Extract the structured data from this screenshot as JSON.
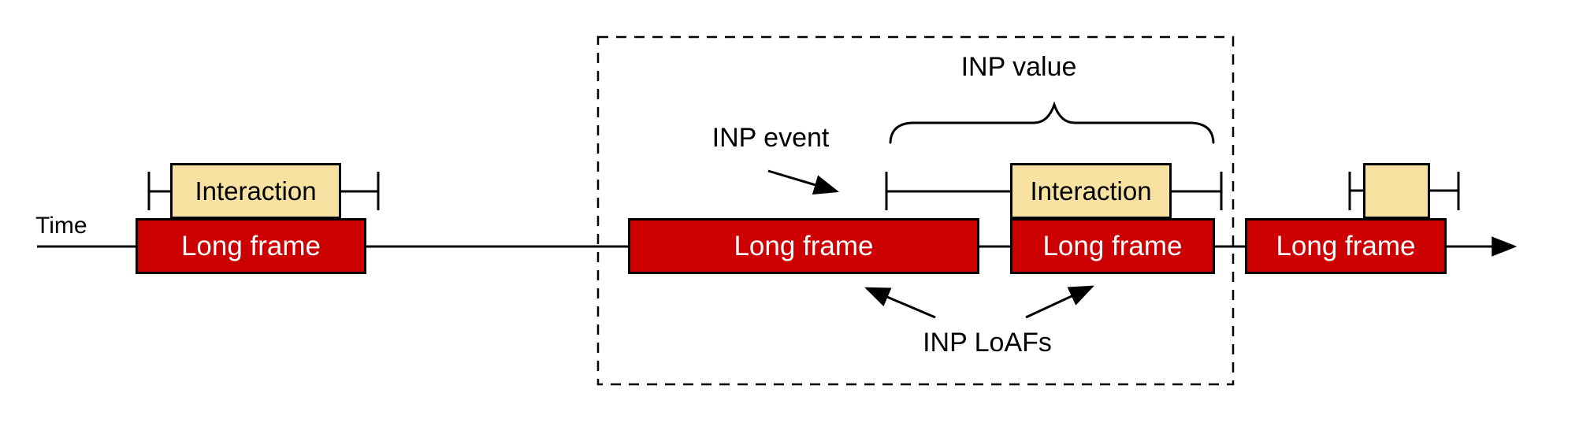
{
  "labels": {
    "time": "Time",
    "inp_event": "INP event",
    "inp_value": "INP value",
    "inp_loafs": "INP LoAFs"
  },
  "boxes": {
    "long_frames": [
      {
        "label": "Long frame"
      },
      {
        "label": "Long frame"
      },
      {
        "label": "Long frame"
      },
      {
        "label": "Long frame"
      }
    ],
    "interactions": [
      {
        "label": "Interaction"
      },
      {
        "label": "Interaction"
      },
      {
        "label": ""
      }
    ]
  },
  "colors": {
    "long_frame_fill": "#CC0000",
    "long_frame_text": "#FFFFFF",
    "interaction_fill": "#F8E2A1",
    "outline": "#000000",
    "background": "#FFFFFF"
  }
}
